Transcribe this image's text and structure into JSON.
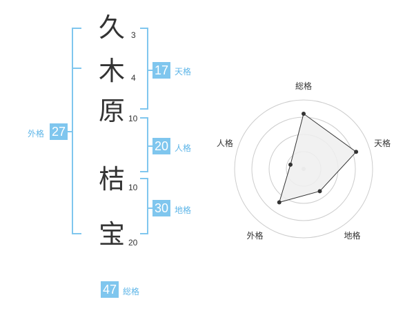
{
  "name_chars": [
    {
      "char": "久",
      "strokes": "3"
    },
    {
      "char": "木",
      "strokes": "4"
    },
    {
      "char": "原",
      "strokes": "10"
    },
    {
      "char": "桔",
      "strokes": "10"
    },
    {
      "char": "宝",
      "strokes": "20"
    }
  ],
  "fortunes": {
    "tenkaku": {
      "value": "17",
      "label": "天格"
    },
    "jinkaku": {
      "value": "20",
      "label": "人格"
    },
    "chikaku": {
      "value": "30",
      "label": "地格"
    },
    "gaikaku": {
      "value": "27",
      "label": "外格"
    },
    "soukaku": {
      "value": "47",
      "label": "総格"
    }
  },
  "chart_data": {
    "type": "radar",
    "axes": [
      "総格",
      "天格",
      "地格",
      "外格",
      "人格"
    ],
    "values": [
      4,
      4,
      2,
      3,
      1
    ],
    "range": [
      0,
      5
    ],
    "rings": 4
  },
  "colors": {
    "accent": "#7fc6ee",
    "text": "#333333",
    "fill": "#eeeeee"
  }
}
